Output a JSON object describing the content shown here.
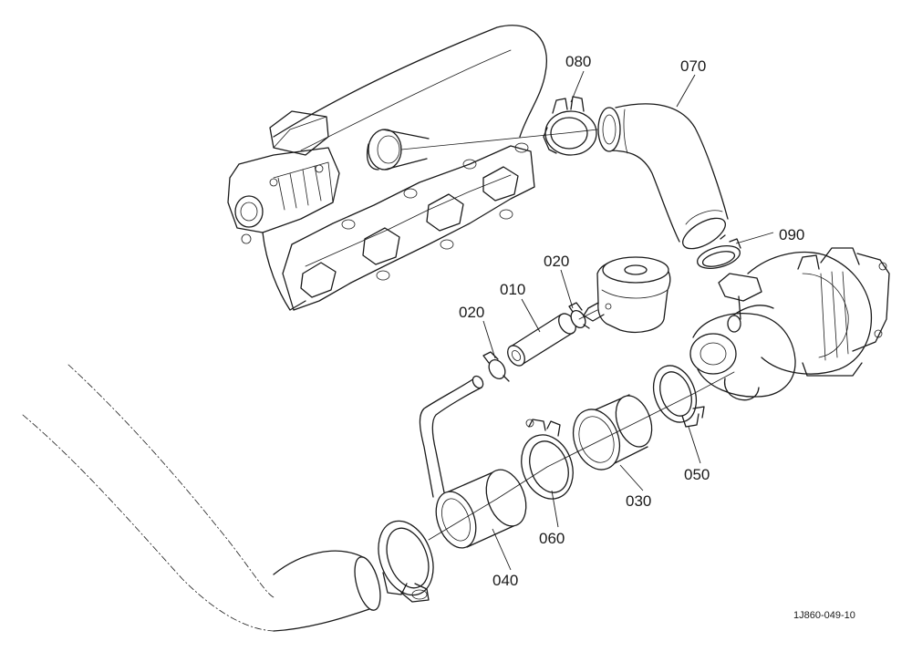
{
  "diagram": {
    "reference_code": "1J860-049-10",
    "part_labels": [
      "080",
      "070",
      "090",
      "020",
      "010",
      "020",
      "040",
      "060",
      "030",
      "050"
    ]
  }
}
